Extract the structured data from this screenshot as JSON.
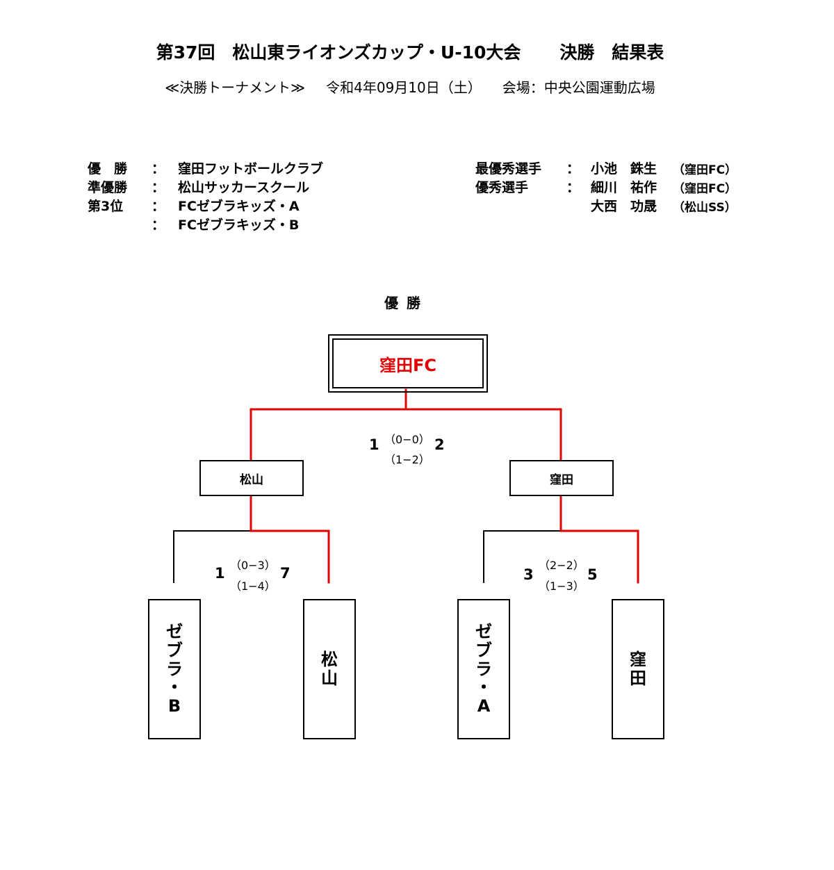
{
  "header": {
    "title_a": "第37回　松山東ライオンズカップ・U-10大会",
    "title_b": "決勝　結果表",
    "sub_a": "≪決勝トーナメント≫",
    "sub_b": "令和4年09月10日（土）",
    "sub_c": "会場：中央公園運動広場"
  },
  "results": [
    {
      "label": "優　勝",
      "sep": "：",
      "team": "窪田フットボールクラブ"
    },
    {
      "label": "準優勝",
      "sep": "：",
      "team": "松山サッカースクール"
    },
    {
      "label": "第3位",
      "sep": "：",
      "team": "FCゼブラキッズ・A"
    },
    {
      "label": "",
      "sep": "：",
      "team": "FCゼブラキッズ・B"
    }
  ],
  "awards": [
    {
      "label": "最優秀選手",
      "sep": "：",
      "name": "小池　銖生",
      "team": "（窪田FC）"
    },
    {
      "label": "優秀選手",
      "sep": "：",
      "name": "細川　祐作",
      "team": "（窪田FC）"
    },
    {
      "label": "",
      "sep": "",
      "name": "大西　功晟",
      "team": "（松山SS）"
    }
  ],
  "bracket": {
    "winner_label": "優勝",
    "champion": "窪田FC",
    "final": {
      "left_score": "1",
      "right_score": "2",
      "half1": "（0−0）",
      "half2": "（1−2）"
    },
    "semis": [
      "松山",
      "窪田"
    ],
    "semi_left": {
      "left_score": "1",
      "right_score": "7",
      "half1": "（0−3）",
      "half2": "（1−4）"
    },
    "semi_right": {
      "left_score": "3",
      "right_score": "5",
      "half1": "（2−2）",
      "half2": "（1−3）"
    },
    "teams": [
      [
        "ゼ",
        "ブ",
        "ラ",
        "・",
        "B"
      ],
      [
        "松",
        "山"
      ],
      [
        "ゼ",
        "ブ",
        "ラ",
        "・",
        "A"
      ],
      [
        "窪",
        "田"
      ]
    ],
    "colors": {
      "win_line": "#e00000",
      "line": "#000000",
      "champion_text": "#e00000"
    }
  }
}
